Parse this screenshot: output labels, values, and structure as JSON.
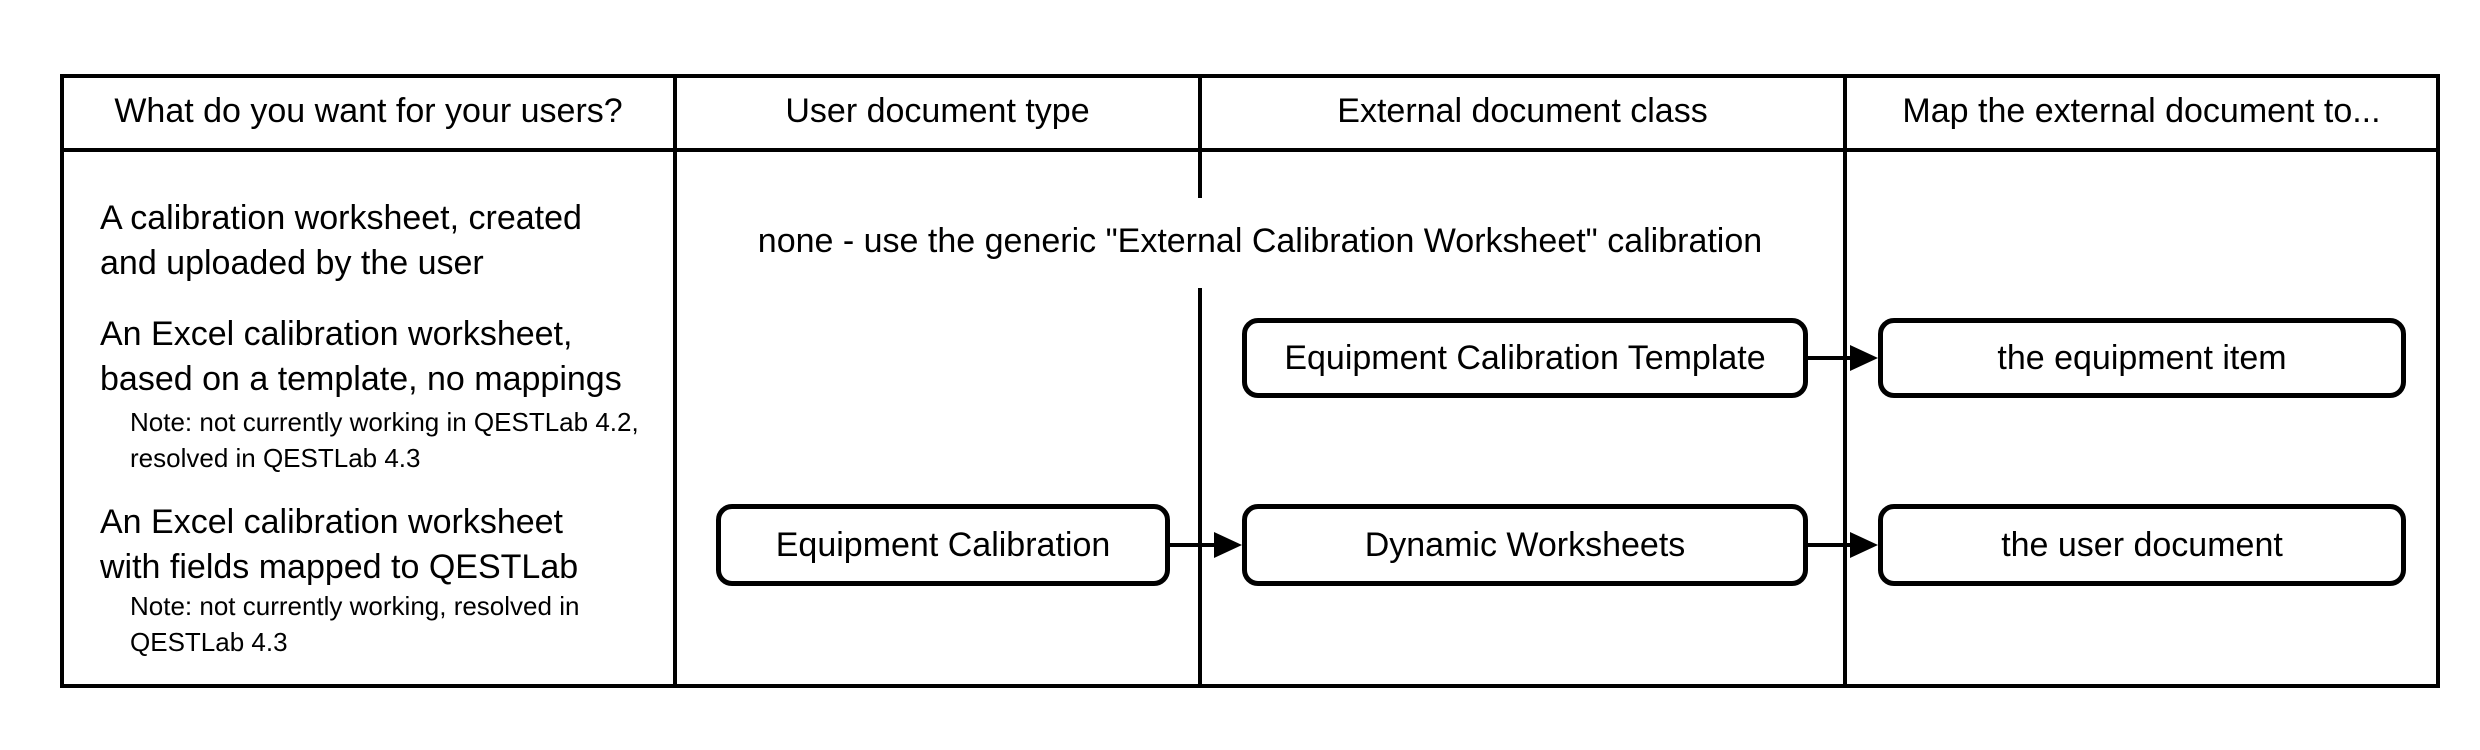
{
  "diagram": {
    "title": "External calibration document mapping decision table",
    "headers": [
      "What do you want for your users?",
      "User document type",
      "External document class",
      "Map the external document to..."
    ],
    "rows": [
      {
        "want": "A calibration worksheet, created\nand uploaded by the user",
        "span_text": "none - use the generic \"External Calibration Worksheet\" calibration"
      },
      {
        "want": "An Excel calibration worksheet,\nbased on a template, no mappings",
        "note": "Note: not currently working in QESTLab 4.2,\nresolved in QESTLab 4.3",
        "external_document_class": "Equipment Calibration Template",
        "map_to": "the equipment item"
      },
      {
        "want": "An Excel calibration worksheet\nwith fields mapped to QESTLab",
        "note": "Note: not currently working, resolved in\nQESTLab 4.3",
        "user_document_type": "Equipment Calibration",
        "external_document_class": "Dynamic Worksheets",
        "map_to": "the user document"
      }
    ],
    "colors": {
      "border": "#000000",
      "text": "#000000",
      "background": "#ffffff"
    }
  }
}
